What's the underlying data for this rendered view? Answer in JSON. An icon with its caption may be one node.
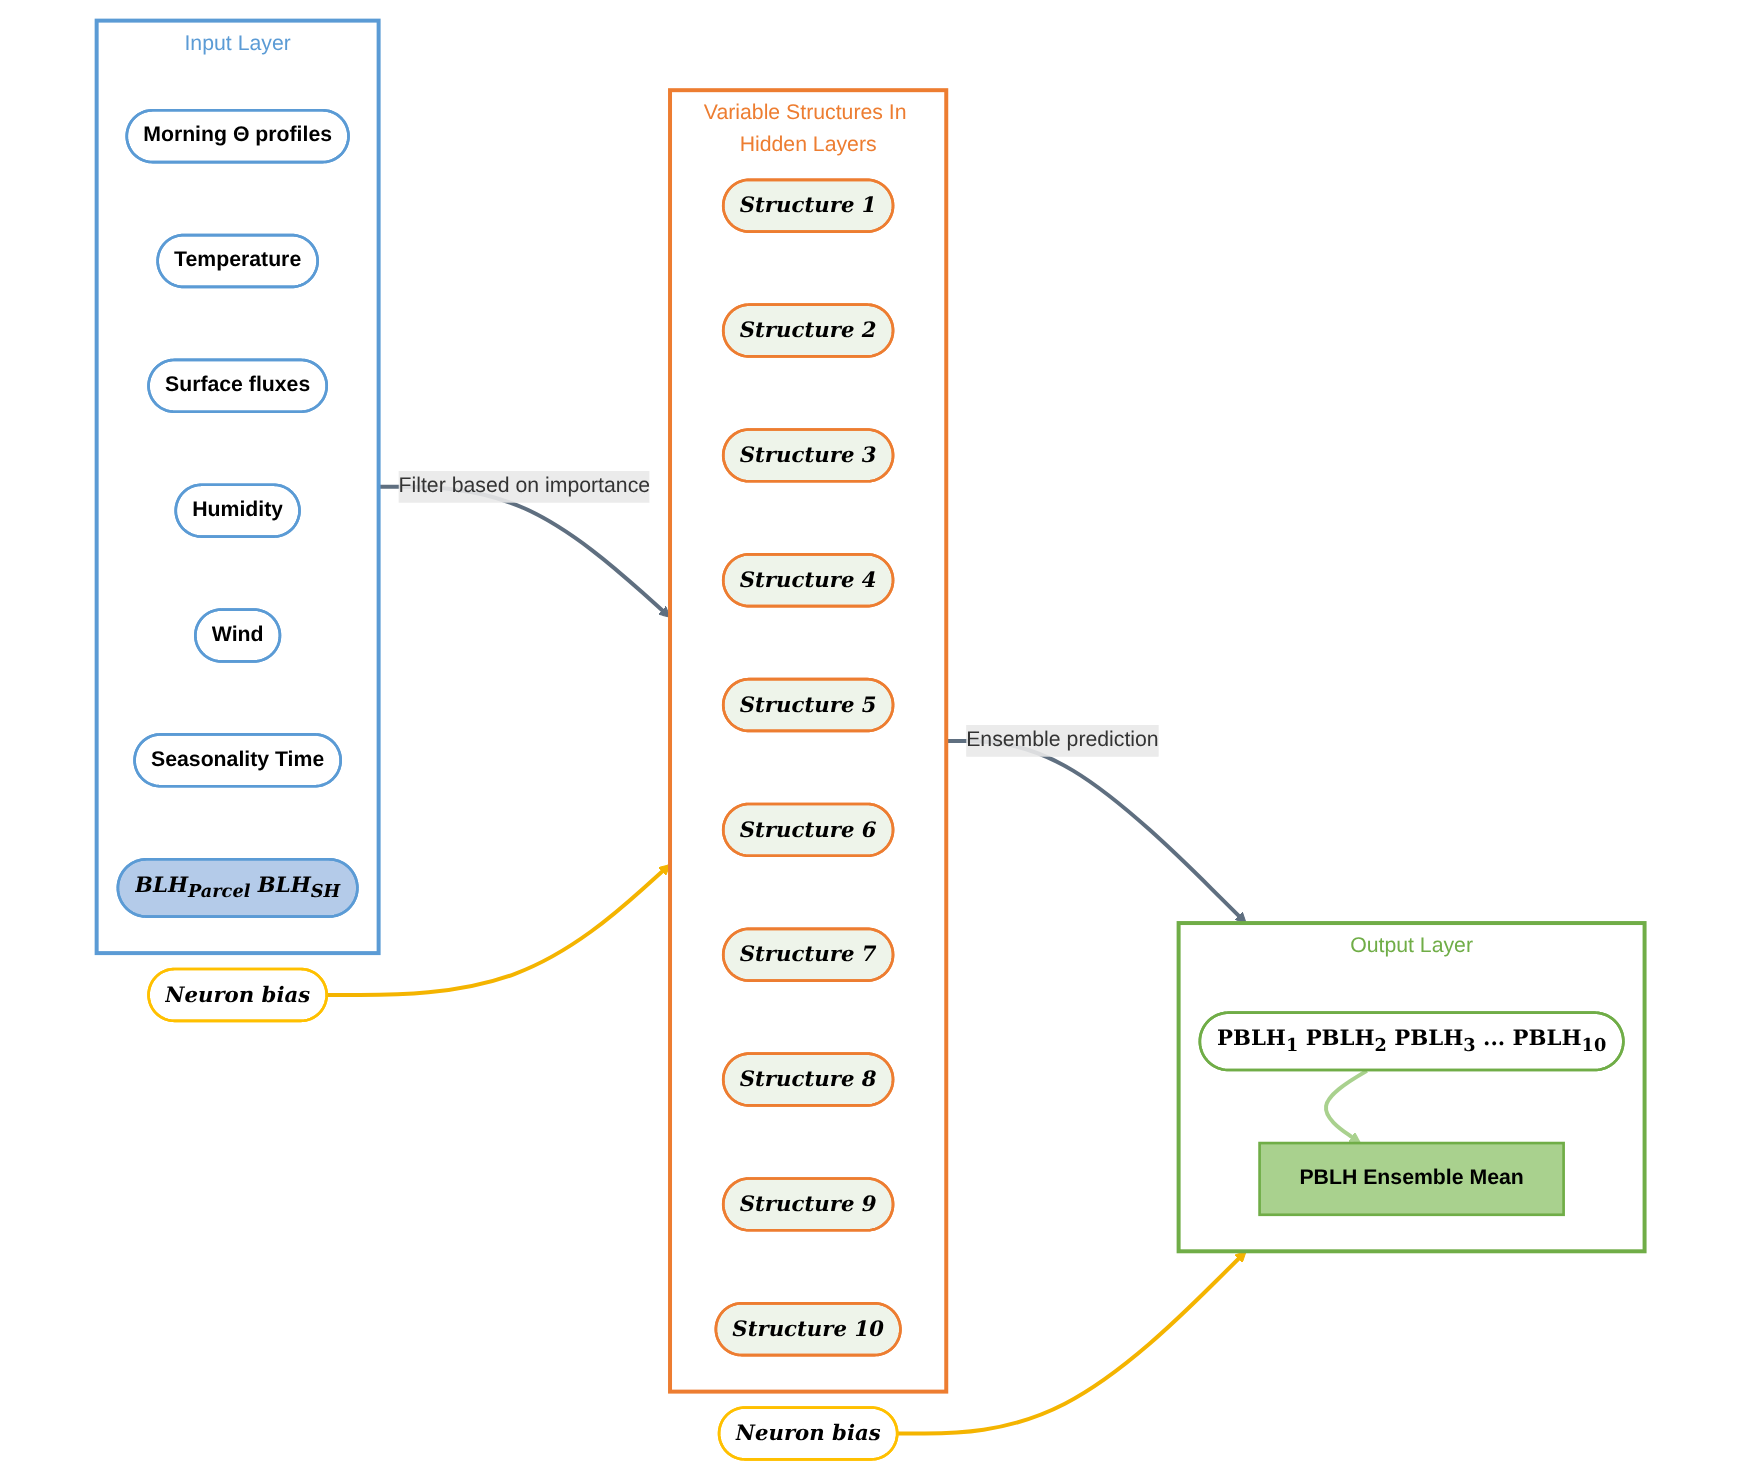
{
  "diagram": {
    "nodes": [
      {
        "text": [
          "Input Layer"
        ]
      },
      {
        "text": [
          "Morning Θ profiles"
        ],
        "in": 0
      },
      {
        "text": [
          "Temperature"
        ],
        "in": 0
      },
      {
        "text": [
          "Surface fluxes"
        ],
        "in": 0
      },
      {
        "text": [
          "Humidity"
        ],
        "in": 0
      },
      {
        "text": [
          "Wind"
        ],
        "in": 0
      },
      {
        "text": [
          "Seasonality Time"
        ],
        "in": 0
      },
      {
        "text": [
          "BLH$_{Parcel}$ BLH$_{SH}$"
        ],
        "in": 0
      },
      {
        "text": [
          "Variable Structures In Hidden Layers"
        ]
      },
      {
        "text": [
          "Structure 1"
        ],
        "in": 8
      },
      {
        "text": [
          "Structure 2"
        ],
        "in": 8
      },
      {
        "text": [
          "Structure 3"
        ],
        "in": 8
      },
      {
        "text": [
          "Structure 4"
        ],
        "in": 8
      },
      {
        "text": [
          "Structure 5"
        ],
        "in": 8
      },
      {
        "text": [
          "Structure 6"
        ],
        "in": 8
      },
      {
        "text": [
          "Structure 7"
        ],
        "in": 8
      },
      {
        "text": [
          "Structure 8"
        ],
        "in": 8
      },
      {
        "text": [
          "Structure 9"
        ],
        "in": 8
      },
      {
        "text": [
          "Structure 10"
        ],
        "in": 8
      },
      {
        "text": [
          "Output Layer"
        ]
      },
      {
        "text": [
          "PBLH$_{1}$ PBLH$_{2}$ PBLH$_{3}$ ... PBLH$_{10}$"
        ],
        "in": 19
      },
      {
        "text": [
          "PBLH Ensemble Mean"
        ],
        "in": 19
      },
      {
        "text": [
          "Neuron bias"
        ]
      },
      {
        "text": [
          "Neuron bias"
        ]
      }
    ],
    "edges": [
      {
        "from": 0,
        "to": 8,
        "arrow": "to",
        "label": "Filter based on importance",
        "color": "#5f6f80"
      },
      {
        "from": 8,
        "to": 19,
        "arrow": "to",
        "label": "Ensemble prediction",
        "color": "#5f6f80"
      },
      {
        "from": 20,
        "to": 21,
        "arrow": "to",
        "color": "#a9d18e"
      },
      {
        "from": 22,
        "to": 8,
        "arrow": "to",
        "color": "#f4b400"
      },
      {
        "from": 23,
        "to": 19,
        "arrow": "to",
        "color": "#f4b400"
      }
    ]
  }
}
